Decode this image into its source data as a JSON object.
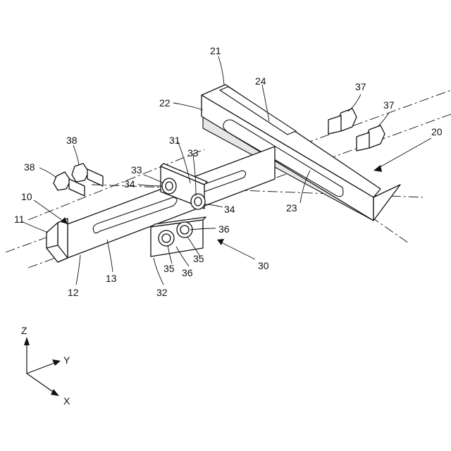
{
  "labels": {
    "n10": "10",
    "n11": "11",
    "n12": "12",
    "n13": "13",
    "n20": "20",
    "n21": "21",
    "n22": "22",
    "n23": "23",
    "n24": "24",
    "n30": "30",
    "n31": "31",
    "n32": "32",
    "n33a": "33",
    "n33b": "33",
    "n34a": "34",
    "n34b": "34",
    "n35a": "35",
    "n35b": "35",
    "n36a": "36",
    "n36b": "36",
    "n37a": "37",
    "n37b": "37",
    "n38a": "38",
    "n38b": "38"
  },
  "axes": {
    "z": "Z",
    "y": "Y",
    "x": "X"
  }
}
